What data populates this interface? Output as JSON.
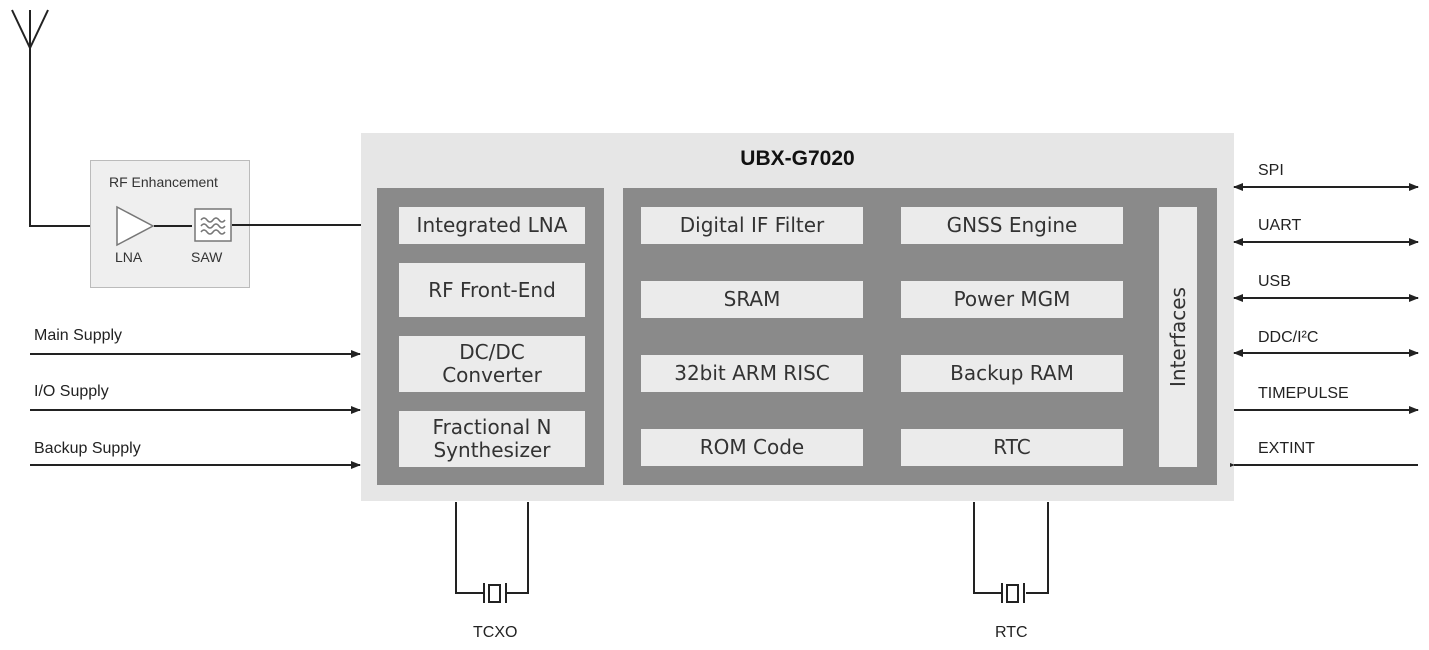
{
  "chip": {
    "title": "UBX-G7020",
    "rf_blocks": [
      "Integrated LNA",
      "RF Front-End",
      "DC/DC Converter",
      "Fractional N Synthesizer"
    ],
    "digital_left": [
      "Digital IF Filter",
      "SRAM",
      "32bit ARM RISC",
      "ROM Code"
    ],
    "digital_right": [
      "GNSS Engine",
      "Power MGM",
      "Backup RAM",
      "RTC"
    ],
    "interfaces_label": "Interfaces"
  },
  "rf_enhancement": {
    "title": "RF Enhancement",
    "lna": "LNA",
    "saw": "SAW"
  },
  "supplies": [
    "Main Supply",
    "I/O Supply",
    "Backup Supply"
  ],
  "signals": [
    "SPI",
    "UART",
    "USB",
    "DDC/I²C",
    "TIMEPULSE",
    "EXTINT"
  ],
  "crystals": {
    "left": "TCXO",
    "right": "RTC"
  }
}
